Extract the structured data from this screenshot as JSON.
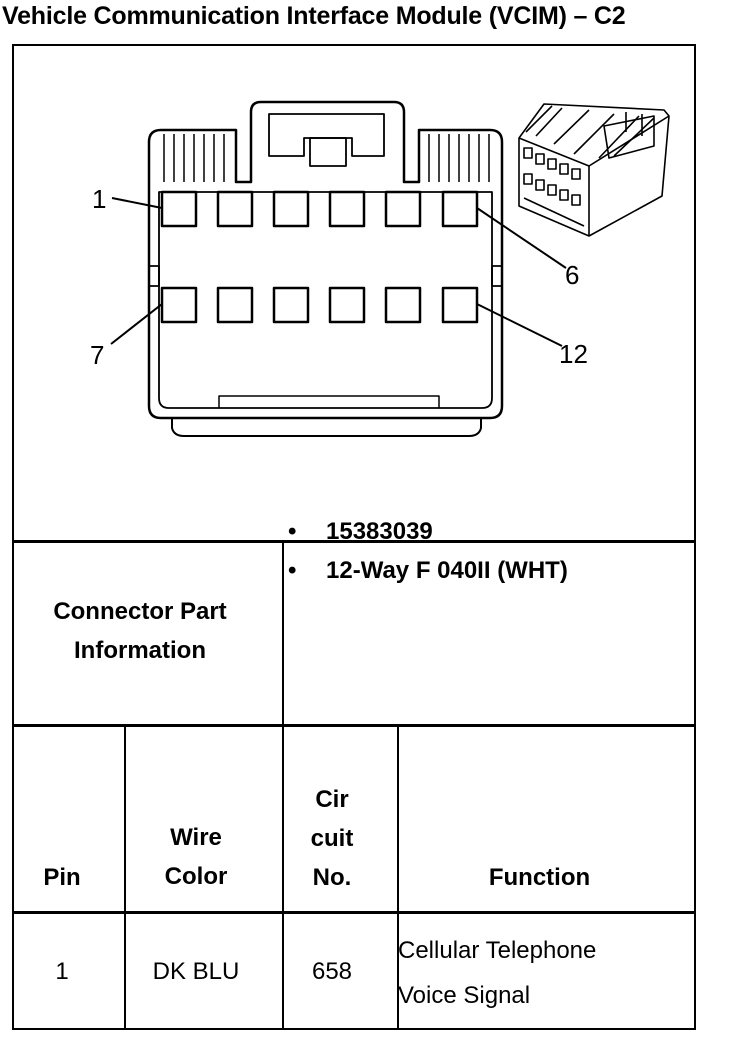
{
  "title": "Vehicle Communication Interface Module (VCIM) – C2",
  "diagram": {
    "pin_labels": [
      "1",
      "6",
      "7",
      "12"
    ]
  },
  "connector_info": {
    "label_line1": "Connector Part",
    "label_line2": "Information",
    "bullet": "•",
    "items": [
      "15383039",
      "12-Way F 040II (WHT)"
    ]
  },
  "table": {
    "headers": {
      "pin": "Pin",
      "wire_color_line1": "Wire",
      "wire_color_line2": "Color",
      "circuit_line1": "Cir",
      "circuit_line2": "cuit",
      "circuit_line3": "No.",
      "function": "Function"
    },
    "rows": [
      {
        "pin": "1",
        "wire_color": "DK BLU",
        "circuit": "658",
        "function_line1": "Cellular Telephone",
        "function_line2": "Voice Signal"
      }
    ]
  }
}
